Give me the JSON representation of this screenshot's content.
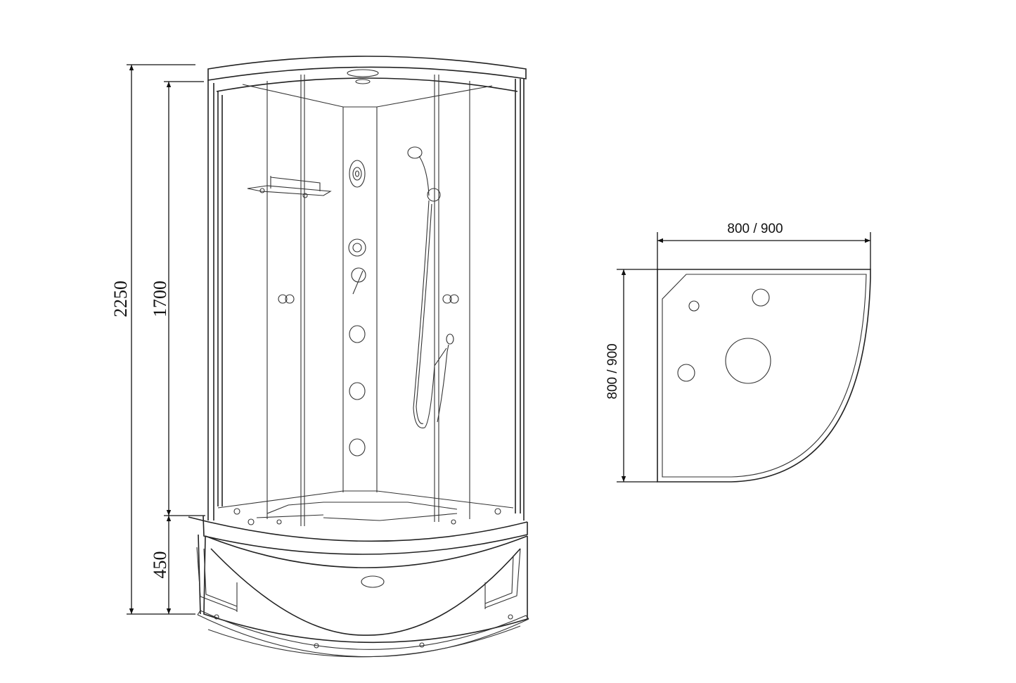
{
  "elevation": {
    "dimensions": {
      "total_height": "2250",
      "enclosure_height": "1700",
      "tray_height": "450"
    }
  },
  "plan": {
    "dimensions": {
      "width": "800 / 900",
      "depth": "800 / 900"
    }
  },
  "colors": {
    "line": "#222222",
    "background": "#ffffff"
  }
}
